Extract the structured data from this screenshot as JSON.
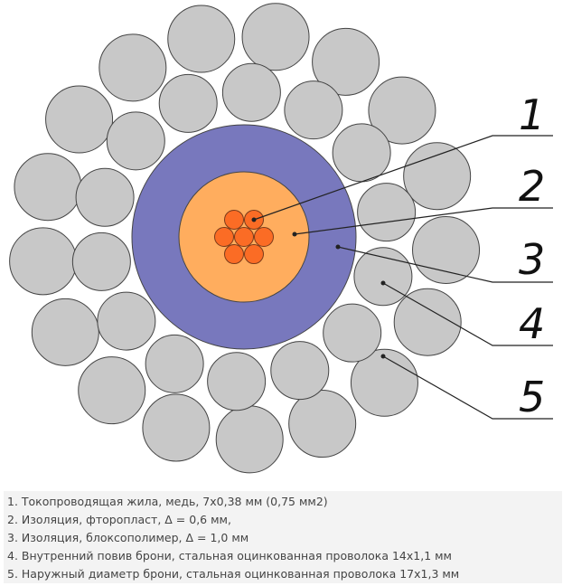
{
  "callouts": [
    "1",
    "2",
    "3",
    "4",
    "5"
  ],
  "legend": [
    "1. Токопроводящая жила, медь, 7х0,38 мм (0,75 мм2)",
    "2. Изоляция, фторопласт, Δ = 0,6 мм,",
    "3. Изоляция, блоксополимер, Δ = 1,0 мм",
    "4. Внутренний повив брони, стальная оцинкованная проволока 14х1,1 мм",
    "5. Наружный диаметр брони, стальная оцинкованная проволока 17х1,3 мм"
  ],
  "colors": {
    "armor": "#c8c8c8",
    "outer_insulation": "#7878bd",
    "inner_insulation": "#ffad5e",
    "copper": "#fb6c25"
  }
}
